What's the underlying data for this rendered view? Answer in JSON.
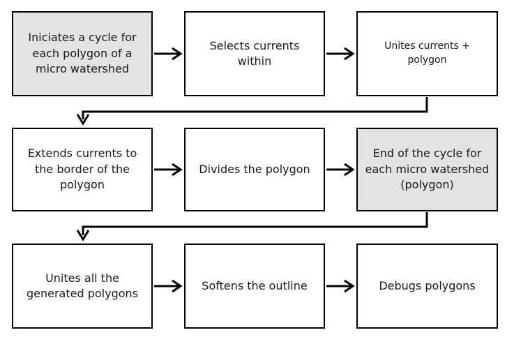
{
  "steps": [
    {
      "text": "Iniciates a cycle for each polygon of a micro watershed",
      "highlight": true
    },
    {
      "text": "Selects currents within",
      "highlight": false
    },
    {
      "text": "Unites currents + polygon",
      "highlight": false
    },
    {
      "text": "Extends currents to the border of the polygon",
      "highlight": false
    },
    {
      "text": "Divides the polygon",
      "highlight": false
    },
    {
      "text": "End of the cycle for each micro watershed (polygon)",
      "highlight": true
    },
    {
      "text": "Unites all the generated polygons",
      "highlight": false
    },
    {
      "text": "Softens the outline",
      "highlight": false
    },
    {
      "text": "Debugs polygons",
      "highlight": false
    }
  ],
  "colors": {
    "border": "#000000",
    "highlight_fill": "#e3e3e3",
    "default_fill": "#ffffff",
    "text": "#1a1a1a"
  }
}
